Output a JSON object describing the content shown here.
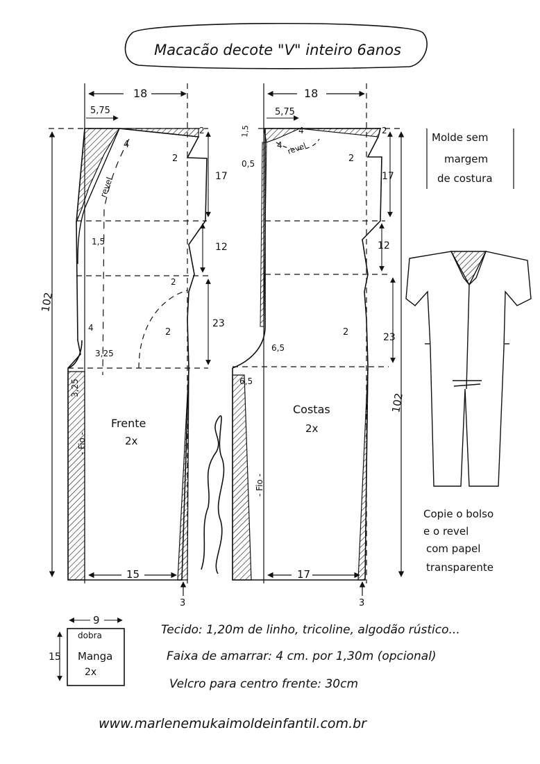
{
  "title": "Macacão decote \"V\" inteiro 6anos",
  "note_box": [
    "Molde sem",
    "margem",
    "de costura"
  ],
  "front": {
    "label": "Frente",
    "qty": "2x",
    "dims": {
      "top_width": "18",
      "neck_width": "5,75",
      "shoulder_drop_left": "4",
      "shoulder_drop_right": "2",
      "shoulder_slope": "2",
      "armhole": "17",
      "waist": "12",
      "hip": "23",
      "crotch_drop": "2",
      "crotch_curve": "2",
      "lower_step": "1,5",
      "side_step": "4",
      "crotch_ext": "3,25",
      "crotch_ext_side": "3,25",
      "hem": "15",
      "hem_drop": "3",
      "height": "102"
    },
    "facing": "revel",
    "grain": "- Fio -"
  },
  "back": {
    "label": "Costas",
    "qty": "2x",
    "dims": {
      "top_width": "18",
      "neck_width": "5,75",
      "neck_rise": "1,5",
      "neck_drop": "4",
      "shoulder_drop_left": "4",
      "shoulder_drop_right": "2",
      "shoulder_slope": "2",
      "neck_side": "0,5",
      "armhole": "17",
      "waist": "12",
      "hip": "23",
      "crotch_curve": "2",
      "crotch_ext": "6,5",
      "crotch_ext_side": "6,5",
      "hem": "17",
      "hem_drop": "3",
      "height": "102"
    },
    "facing": "revel",
    "grain": "- Fio -"
  },
  "sleeve": {
    "label": "Manga",
    "qty": "2x",
    "fold": "dobra",
    "width": "9",
    "height": "15"
  },
  "copy_note": [
    "Copie o bolso",
    "e o revel",
    "com papel",
    "transparente"
  ],
  "fabric_lines": [
    "Tecido: 1,20m de linho, tricoline, algodão rústico...",
    "Faixa de amarrar: 4 cm. por 1,30m (opcional)",
    "Velcro para centro frente: 30cm"
  ],
  "website": "www.marlenemukaimoldeinfantil.com.br",
  "signature": "Marlene Mukai",
  "colors": {
    "ink": "#111111",
    "paper": "#ffffff"
  }
}
